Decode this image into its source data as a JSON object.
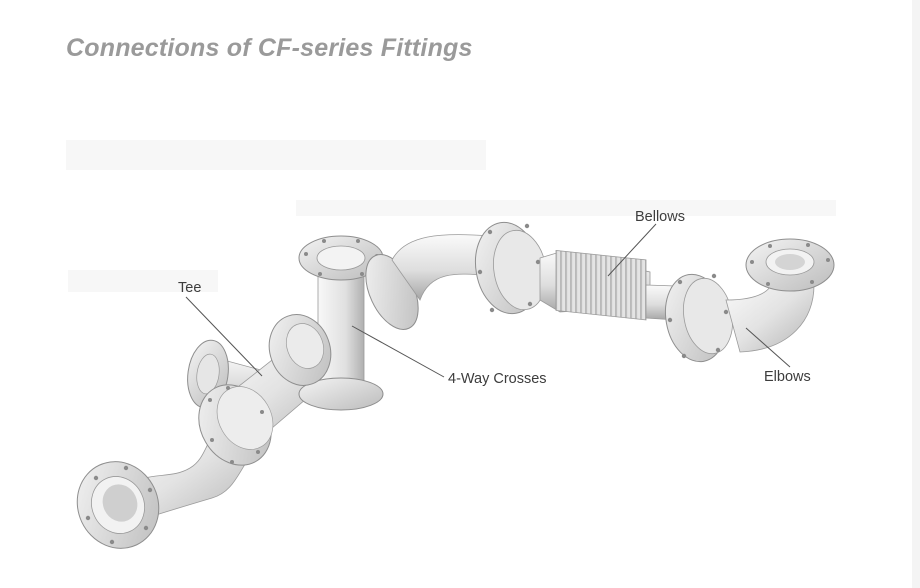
{
  "title": "Connections of CF-series Fittings",
  "labels": {
    "bellows": "Bellows",
    "tee": "Tee",
    "crosses": "4-Way Crosses",
    "elbows": "Elbows"
  },
  "colors": {
    "title": "#9a9a9a",
    "pipe_light": "#f5f5f5",
    "pipe_mid": "#dcdcdc",
    "pipe_dark": "#a8a8a8",
    "label": "#3d3d3d"
  }
}
